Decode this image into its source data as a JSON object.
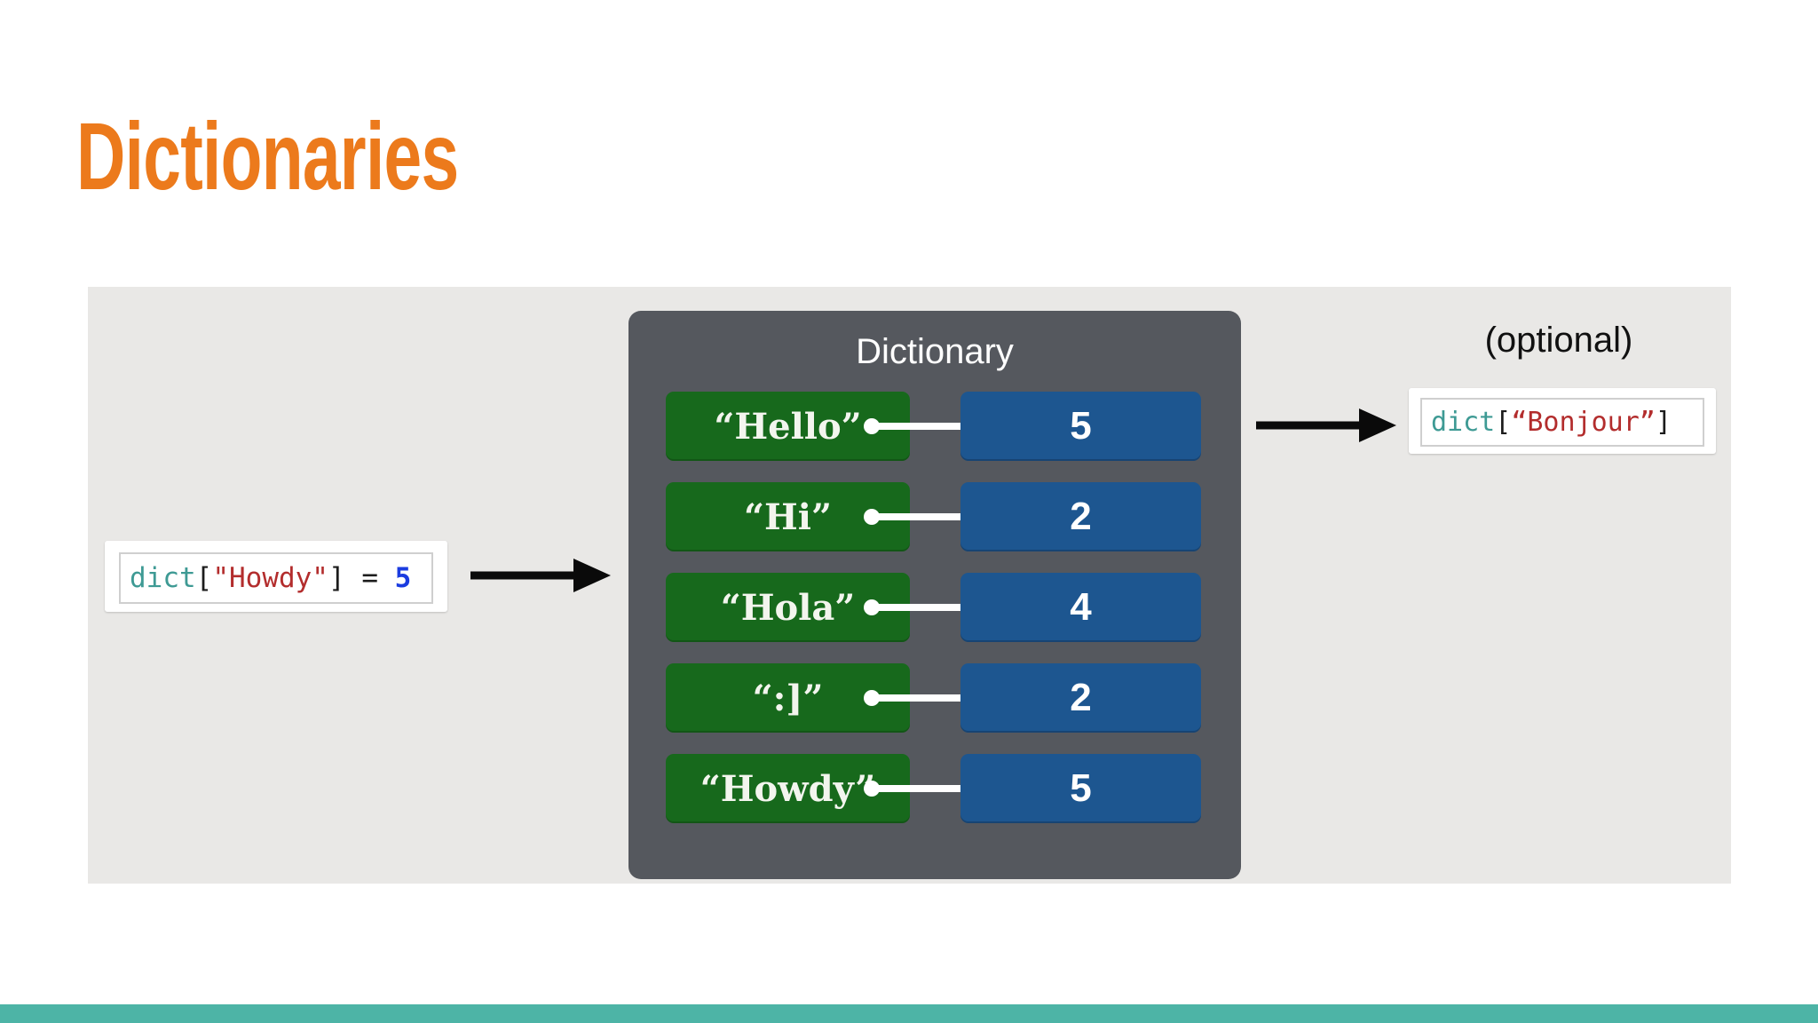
{
  "slide": {
    "title": "Dictionaries",
    "optional_label": "(optional)"
  },
  "dictionary": {
    "title": "Dictionary",
    "entries": [
      {
        "key": "“Hello”",
        "value": "5"
      },
      {
        "key": "“Hi”",
        "value": "2"
      },
      {
        "key": "“Hola”",
        "value": "4"
      },
      {
        "key": "“:]”",
        "value": "2"
      },
      {
        "key": "“Howdy”",
        "value": "5"
      }
    ]
  },
  "assignment_code": {
    "tokens": [
      {
        "text": "dict",
        "color": "teal"
      },
      {
        "text": "[",
        "color": "plain"
      },
      {
        "text": "\"Howdy\"",
        "color": "red"
      },
      {
        "text": "]",
        "color": "plain"
      },
      {
        "text": " = ",
        "color": "plain"
      },
      {
        "text": "5",
        "color": "blue"
      }
    ]
  },
  "lookup_code": {
    "tokens": [
      {
        "text": "dict",
        "color": "teal"
      },
      {
        "text": "[",
        "color": "plain"
      },
      {
        "text": "“Bonjour”",
        "color": "red"
      },
      {
        "text": "]",
        "color": "plain"
      }
    ]
  },
  "colors": {
    "accent": "#ec7a1c",
    "panel": "#e9e8e6",
    "box-gray": "#55585e",
    "key-green": "#17691c",
    "value-blue": "#1d5690",
    "footer-teal": "#4db4a6",
    "code-teal": "#3e9a94",
    "code-red": "#b32d2d",
    "code-blue": "#1b3ce0",
    "code-plain": "#1c1c1c"
  }
}
